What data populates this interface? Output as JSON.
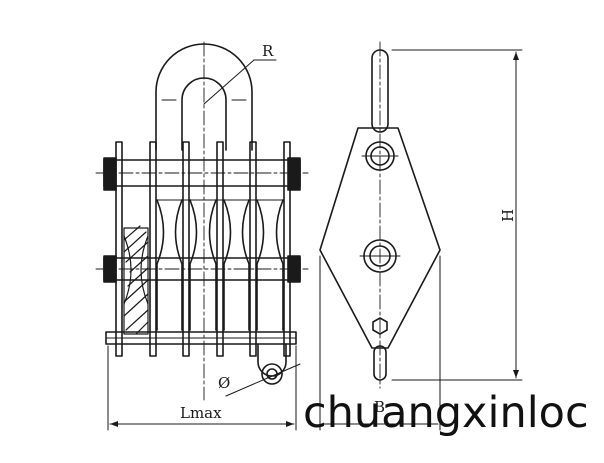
{
  "diagram": {
    "labels": {
      "radius": "R",
      "diameter": "Ø",
      "length": "Lmax",
      "height": "H",
      "width": "B"
    }
  },
  "watermark": {
    "text": "chuangxinloc"
  },
  "colors": {
    "line": "#1a1a1a",
    "background": "#ffffff"
  }
}
